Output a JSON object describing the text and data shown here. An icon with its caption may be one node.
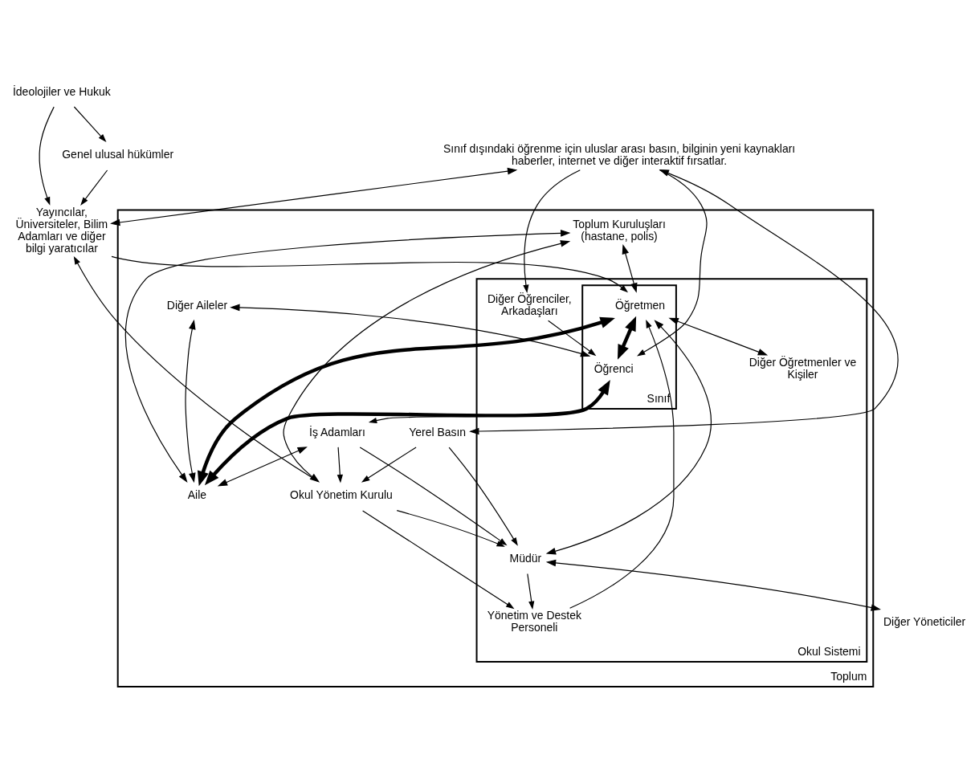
{
  "diagram": {
    "nodes": [
      {
        "text": [
          "Toplum"
        ]
      },
      {
        "text": [
          "Okul Sistemi"
        ],
        "in": 0
      },
      {
        "text": [
          "Sınıf"
        ],
        "in": 1
      },
      {
        "text": [
          "Yayıncılar, Üniversiteler, Bilim Adamları ve diğer bilgi yaratıcılar"
        ]
      },
      {
        "text": [
          "İdeolojiler ve Hukuk"
        ]
      },
      {
        "text": [
          "Genel ulusal hükümler"
        ]
      },
      {
        "text": [
          "Diğer Yöneticiler"
        ]
      },
      {
        "text": [
          "Yerel Basın"
        ],
        "in": 0
      },
      {
        "text": [
          "Okul Yönetim Kurulu"
        ],
        "in": 0
      },
      {
        "text": [
          "Müdür"
        ],
        "in": 1
      },
      {
        "text": [
          "Yönetim ve Destek Personeli"
        ],
        "in": 1
      },
      {
        "text": [
          "Toplum Kuruluşları (hastane, polis)"
        ],
        "in": 0
      },
      {
        "text": [
          "Öğretmen"
        ],
        "in": 2
      },
      {
        "text": [
          "Diğer Öğretmenler ve Kişiler"
        ],
        "in": 1
      },
      {
        "text": [
          "Aile"
        ],
        "in": 0
      },
      {
        "text": [
          "Diğer Aileler"
        ],
        "in": 0
      },
      {
        "text": [
          "Öğrenci"
        ],
        "in": 2
      },
      {
        "text": [
          "Diğer Öğrenciler, Arkadaşları"
        ],
        "in": 1
      },
      {
        "text": [
          "İş Adamları"
        ],
        "in": 0
      },
      {
        "text": [
          "Sınıf dışındaki öğrenme için uluslar arası basın, bilginin yeni kaynakları haberler, internet ve diğer interaktif fırsatlar."
        ]
      }
    ],
    "edges": [
      {
        "from": 4,
        "to": 3,
        "arrow": "to"
      },
      {
        "from": 4,
        "to": 5,
        "arrow": "to"
      },
      {
        "from": 5,
        "to": 3,
        "arrow": "to"
      },
      {
        "from": 8,
        "to": 3,
        "arrow": "to"
      },
      {
        "from": 19,
        "to": 3,
        "arrow": "both"
      },
      {
        "from": 19,
        "to": 7,
        "arrow": "both"
      },
      {
        "from": 7,
        "to": 8,
        "arrow": "to"
      },
      {
        "from": 7,
        "to": 9,
        "arrow": "to"
      },
      {
        "from": 3,
        "to": 12,
        "arrow": "to"
      },
      {
        "from": 18,
        "to": 8,
        "arrow": "to"
      },
      {
        "from": 18,
        "to": 9,
        "arrow": "to"
      },
      {
        "from": 11,
        "to": 8,
        "arrow": "both"
      },
      {
        "from": 11,
        "to": 12,
        "arrow": "both"
      },
      {
        "from": 9,
        "to": 6,
        "arrow": "both"
      },
      {
        "from": 8,
        "to": 9,
        "arrow": "to"
      },
      {
        "from": 8,
        "to": 10,
        "arrow": "to"
      },
      {
        "from": 9,
        "to": 10,
        "arrow": "to"
      },
      {
        "from": 9,
        "to": 12,
        "arrow": "both"
      },
      {
        "from": 10,
        "to": 12,
        "arrow": "to"
      },
      {
        "from": 12,
        "to": 13,
        "arrow": "both"
      },
      {
        "from": 14,
        "to": 12,
        "arrow": "both",
        "style": "thick"
      },
      {
        "from": 12,
        "to": 16,
        "arrow": "both",
        "style": "thick"
      },
      {
        "from": 11,
        "to": 14,
        "arrow": "both"
      },
      {
        "from": 15,
        "to": 14,
        "arrow": "both"
      },
      {
        "from": 14,
        "to": 16,
        "arrow": "both",
        "style": "thick"
      },
      {
        "from": 18,
        "to": 14,
        "arrow": "both"
      },
      {
        "from": 15,
        "to": 16,
        "arrow": "both"
      },
      {
        "from": 16,
        "to": 18,
        "arrow": "to"
      },
      {
        "from": 17,
        "to": 16,
        "arrow": "to"
      },
      {
        "from": 19,
        "to": 16,
        "arrow": "to"
      },
      {
        "from": 19,
        "to": 17,
        "arrow": "to"
      }
    ]
  }
}
